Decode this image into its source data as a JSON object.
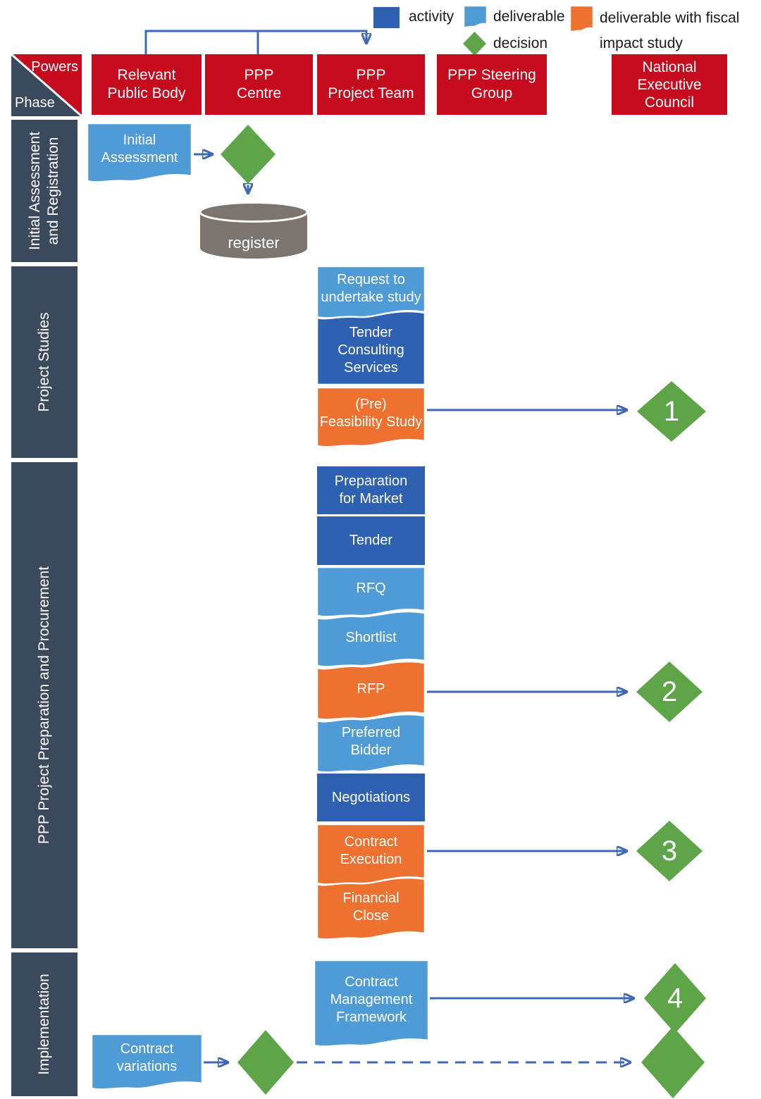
{
  "legend": {
    "activity_label": "activity",
    "deliverable_label": "deliverable",
    "decision_label": "decision",
    "fiscal_lines": [
      "deliverable with fiscal",
      "impact study"
    ]
  },
  "corner": {
    "powers": "Powers",
    "phase": "Phase"
  },
  "columns": [
    {
      "id": "relevant-public-body",
      "lines": [
        "Relevant",
        "Public Body"
      ]
    },
    {
      "id": "ppp-centre",
      "lines": [
        "PPP",
        "Centre"
      ]
    },
    {
      "id": "ppp-project-team",
      "lines": [
        "PPP",
        "Project Team"
      ]
    },
    {
      "id": "ppp-steering-group",
      "lines": [
        "PPP Steering",
        "Group"
      ]
    },
    {
      "id": "national-executive-council",
      "lines": [
        "National",
        "Executive",
        "Council"
      ]
    }
  ],
  "phases": [
    {
      "id": "initial-assessment-and-registration",
      "lines": [
        "Initial Assessment",
        "and Registration"
      ]
    },
    {
      "id": "project-studies",
      "lines": [
        "Project Studies"
      ]
    },
    {
      "id": "ppp-project-preparation-and-procurement",
      "lines": [
        "PPP Project Preparation and Procurement"
      ]
    },
    {
      "id": "implementation",
      "lines": [
        "Implementation"
      ]
    }
  ],
  "nodes": {
    "initial_assessment": {
      "type": "deliverable",
      "lines": [
        "Initial",
        "Assessment"
      ]
    },
    "register": {
      "type": "data-store",
      "lines": [
        "register"
      ]
    },
    "request_study": {
      "type": "deliverable",
      "lines": [
        "Request  to",
        "undertake study"
      ]
    },
    "tender_consulting": {
      "type": "activity",
      "lines": [
        "Tender",
        "Consulting",
        "Services"
      ]
    },
    "pre_feasibility": {
      "type": "fiscal",
      "lines": [
        "(Pre)",
        "Feasibility Study"
      ]
    },
    "preparation_market": {
      "type": "activity",
      "lines": [
        "Preparation",
        "for Market"
      ]
    },
    "tender": {
      "type": "activity",
      "lines": [
        "Tender"
      ]
    },
    "rfq": {
      "type": "deliverable",
      "lines": [
        "RFQ"
      ]
    },
    "shortlist": {
      "type": "deliverable",
      "lines": [
        "Shortlist"
      ]
    },
    "rfp": {
      "type": "fiscal",
      "lines": [
        "RFP"
      ]
    },
    "preferred_bidder": {
      "type": "deliverable",
      "lines": [
        "Preferred",
        "Bidder"
      ]
    },
    "negotiations": {
      "type": "activity",
      "lines": [
        "Negotiations"
      ]
    },
    "contract_execution": {
      "type": "fiscal",
      "lines": [
        "Contract",
        "Execution"
      ]
    },
    "financial_close": {
      "type": "fiscal",
      "lines": [
        "Financial",
        "Close"
      ]
    },
    "contract_mgmt": {
      "type": "deliverable",
      "lines": [
        "Contract",
        "Management",
        "Framework"
      ]
    },
    "contract_variations": {
      "type": "deliverable",
      "lines": [
        "Contract",
        "variations"
      ]
    }
  },
  "decisions": {
    "d1": "1",
    "d2": "2",
    "d3": "3",
    "d4": "4"
  },
  "colors": {
    "activity": "#2F61B2",
    "deliverable": "#4F9BD5",
    "fiscal": "#EE7130",
    "decision": "#5EA449",
    "header": "#C60B1E",
    "phasebar": "#3A4A5C",
    "register": "#7B746F",
    "arrow": "#3E68B5"
  }
}
